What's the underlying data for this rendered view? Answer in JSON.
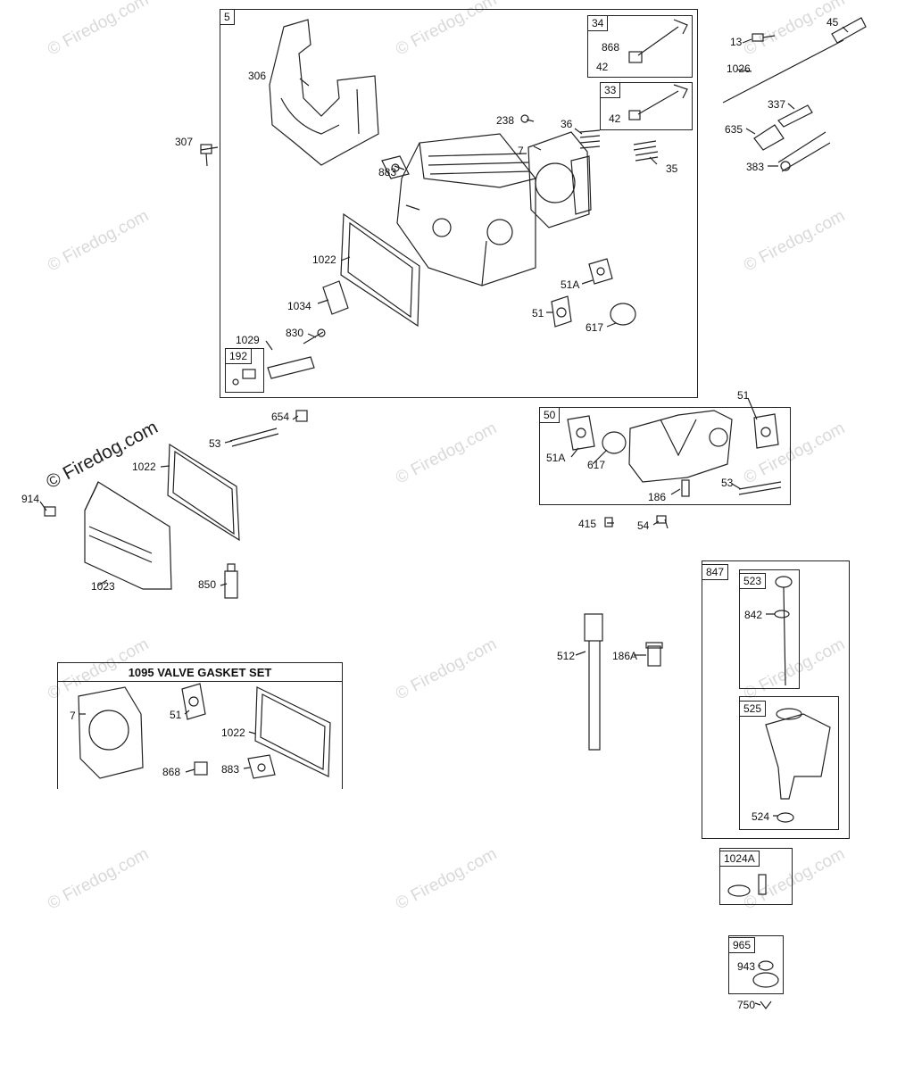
{
  "watermark": {
    "text": "© Firedog.com"
  },
  "boxes": {
    "head_assembly": "5",
    "valve_34": "34",
    "valve_33": "33",
    "plug_192": "192",
    "manifold_50": "50",
    "dipstick_847": "847",
    "cap_523": "523",
    "tube_525": "525",
    "kit_1024A": "1024A",
    "kit_965": "965"
  },
  "gasket_set_title": "1095 VALVE GASKET SET",
  "labels": {
    "p306": "306",
    "p307": "307",
    "p883": "883",
    "p238": "238",
    "p36": "36",
    "p7": "7",
    "p35": "35",
    "p868_top": "868",
    "p42_a": "42",
    "p42_b": "42",
    "p1022_head": "1022",
    "p1034": "1034",
    "p830": "830",
    "p1029": "1029",
    "p51A_head": "51A",
    "p51_head": "51",
    "p617_head": "617",
    "p13": "13",
    "p45": "45",
    "p1026": "1026",
    "p337": "337",
    "p635": "635",
    "p383": "383",
    "p654": "654",
    "p53_left": "53",
    "p1022_left": "1022",
    "p914": "914",
    "p1023": "1023",
    "p850": "850",
    "p51A_man": "51A",
    "p617_man": "617",
    "p51_man": "51",
    "p186": "186",
    "p53_man": "53",
    "p415": "415",
    "p54": "54",
    "p512": "512",
    "p186A": "186A",
    "p842": "842",
    "p524": "524",
    "p7_set": "7",
    "p51_set": "51",
    "p1022_set": "1022",
    "p868_set": "868",
    "p883_set": "883",
    "p943": "943",
    "p750": "750"
  }
}
